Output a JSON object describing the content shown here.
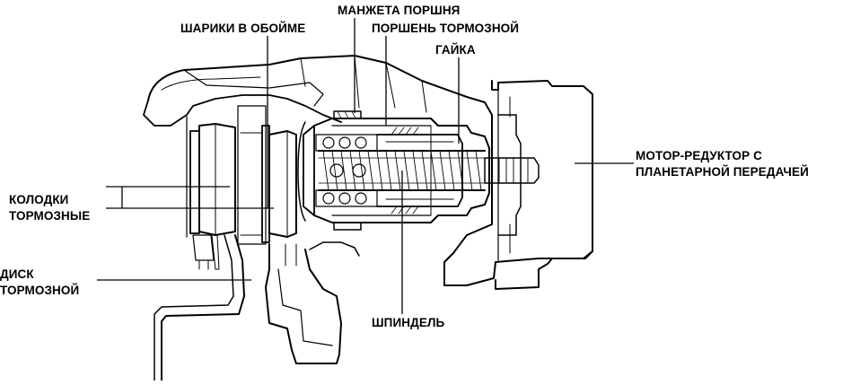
{
  "labels": {
    "manzheta": "МАНЖЕТА ПОРШНЯ",
    "shariki": "ШАРИКИ В ОБОЙМЕ",
    "porshen": "ПОРШЕНЬ ТОРМОЗНОЙ",
    "gayka": "ГАЙКА",
    "motor_line1": "МОТОР-РЕДУКТОР С",
    "motor_line2": "ПЛАНЕТАРНОЙ ПЕРЕДАЧЕЙ",
    "kolodki_line1": "КОЛОДКИ",
    "kolodki_line2": "ТОРМОЗНЫЕ",
    "disk_line1": "ДИСК",
    "disk_line2": "ТОРМОЗНОЙ",
    "shpindel": "ШПИНДЕЛЬ"
  }
}
